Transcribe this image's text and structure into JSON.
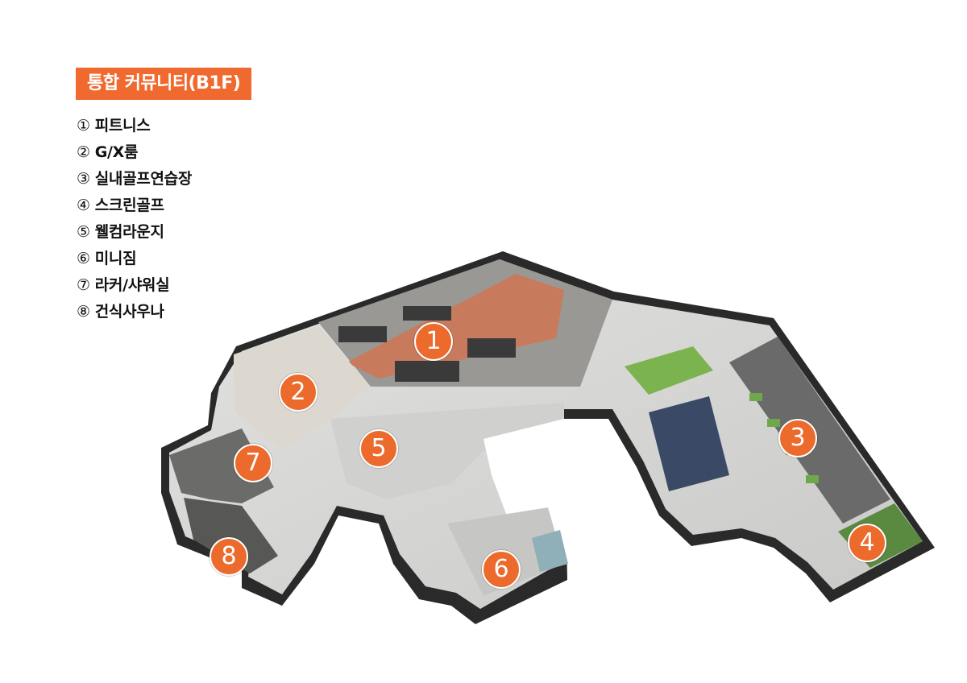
{
  "title": "통합 커뮤니티(B1F)",
  "legend": [
    {
      "num": "①",
      "label": "피트니스"
    },
    {
      "num": "②",
      "label": "G/X룸"
    },
    {
      "num": "③",
      "label": "실내골프연습장"
    },
    {
      "num": "④",
      "label": "스크린골프"
    },
    {
      "num": "⑤",
      "label": "웰컴라운지"
    },
    {
      "num": "⑥",
      "label": "미니짐"
    },
    {
      "num": "⑦",
      "label": "라커/샤워실"
    },
    {
      "num": "⑧",
      "label": "건식사우나"
    }
  ],
  "markers": [
    "1",
    "2",
    "3",
    "4",
    "5",
    "6",
    "7",
    "8"
  ],
  "colors": {
    "accent": "#ec6a2c",
    "wall": "#2b2b2b",
    "floor": "#d7d7d5",
    "green": "#6fa84a"
  }
}
